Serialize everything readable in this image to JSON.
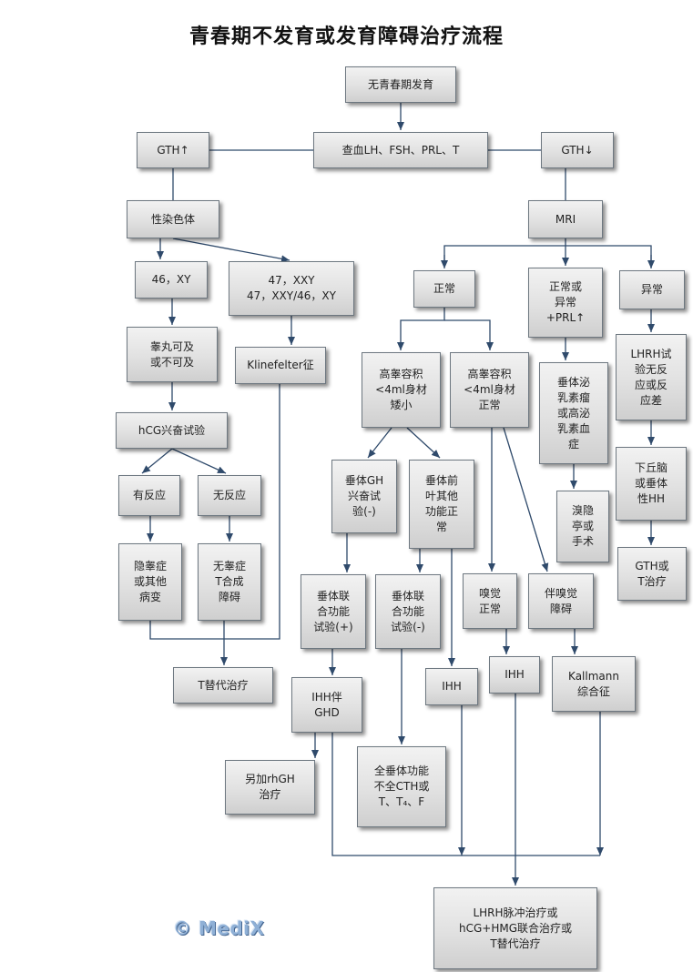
{
  "title": "青春期不发育或发育障碍治疗流程",
  "watermark": "© MediX",
  "nodes": {
    "start": "无青春期发育",
    "test_blood": "查血LH、FSH、PRL、T",
    "gth_up": "GTH↑",
    "gth_down": "GTH↓",
    "chromosome": "性染色体",
    "mri": "MRI",
    "karyotype_46xy": "46，XY",
    "karyotype_47": "47，XXY\n47，XXY/46，XY",
    "klinefelter": "Klinefelter征",
    "testis": "睾丸可及\n或不可及",
    "hcg_test": "hCG兴奋试验",
    "responsive": "有反应",
    "nonresponsive": "无反应",
    "cryptorchid": "隐睾症\n或其他\n病变",
    "anorchia": "无睾症\nT合成\n障碍",
    "t_replacement": "T替代治疗",
    "normal": "正常",
    "normal_or_abnormal_prl": "正常或\n异常\n+PRL↑",
    "abnormal": "异常",
    "high_testis_short": "高睾容积\n<4ml身材\n矮小",
    "high_testis_normal": "高睾容积\n<4ml身材\n正常",
    "prolactinoma": "垂体泌\n乳素瘤\n或高泌\n乳素血\n症",
    "lhrh_test": "LHRH试\n验无反\n应或反\n应差",
    "gh_test": "垂体GH\n兴奋试\n验(-)",
    "anterior_pituitary": "垂体前\n叶其他\n功能正\n常",
    "bromocriptine": "溴隐\n亭或\n手术",
    "hypothalamic_hh": "下丘脑\n或垂体\n性HH",
    "combined_pos": "垂体联\n合功能\n试验(+)",
    "combined_neg": "垂体联\n合功能\n试验(-)",
    "smell_normal": "嗅觉\n正常",
    "smell_impaired": "伴嗅觉\n障碍",
    "gth_or_t": "GTH或\nT治疗",
    "ihh_ghd": "IHH伴\nGHD",
    "ihh_a": "IHH",
    "ihh_b": "IHH",
    "kallmann": "Kallmann\n综合征",
    "add_rhgh": "另加rhGH\n治疗",
    "panhypopit": "全垂体功能\n不全CTH或\nT、T₄、F",
    "final_treatment": "LHRH脉冲治疗或\nhCG+HMG联合治疗或\nT替代治疗"
  }
}
